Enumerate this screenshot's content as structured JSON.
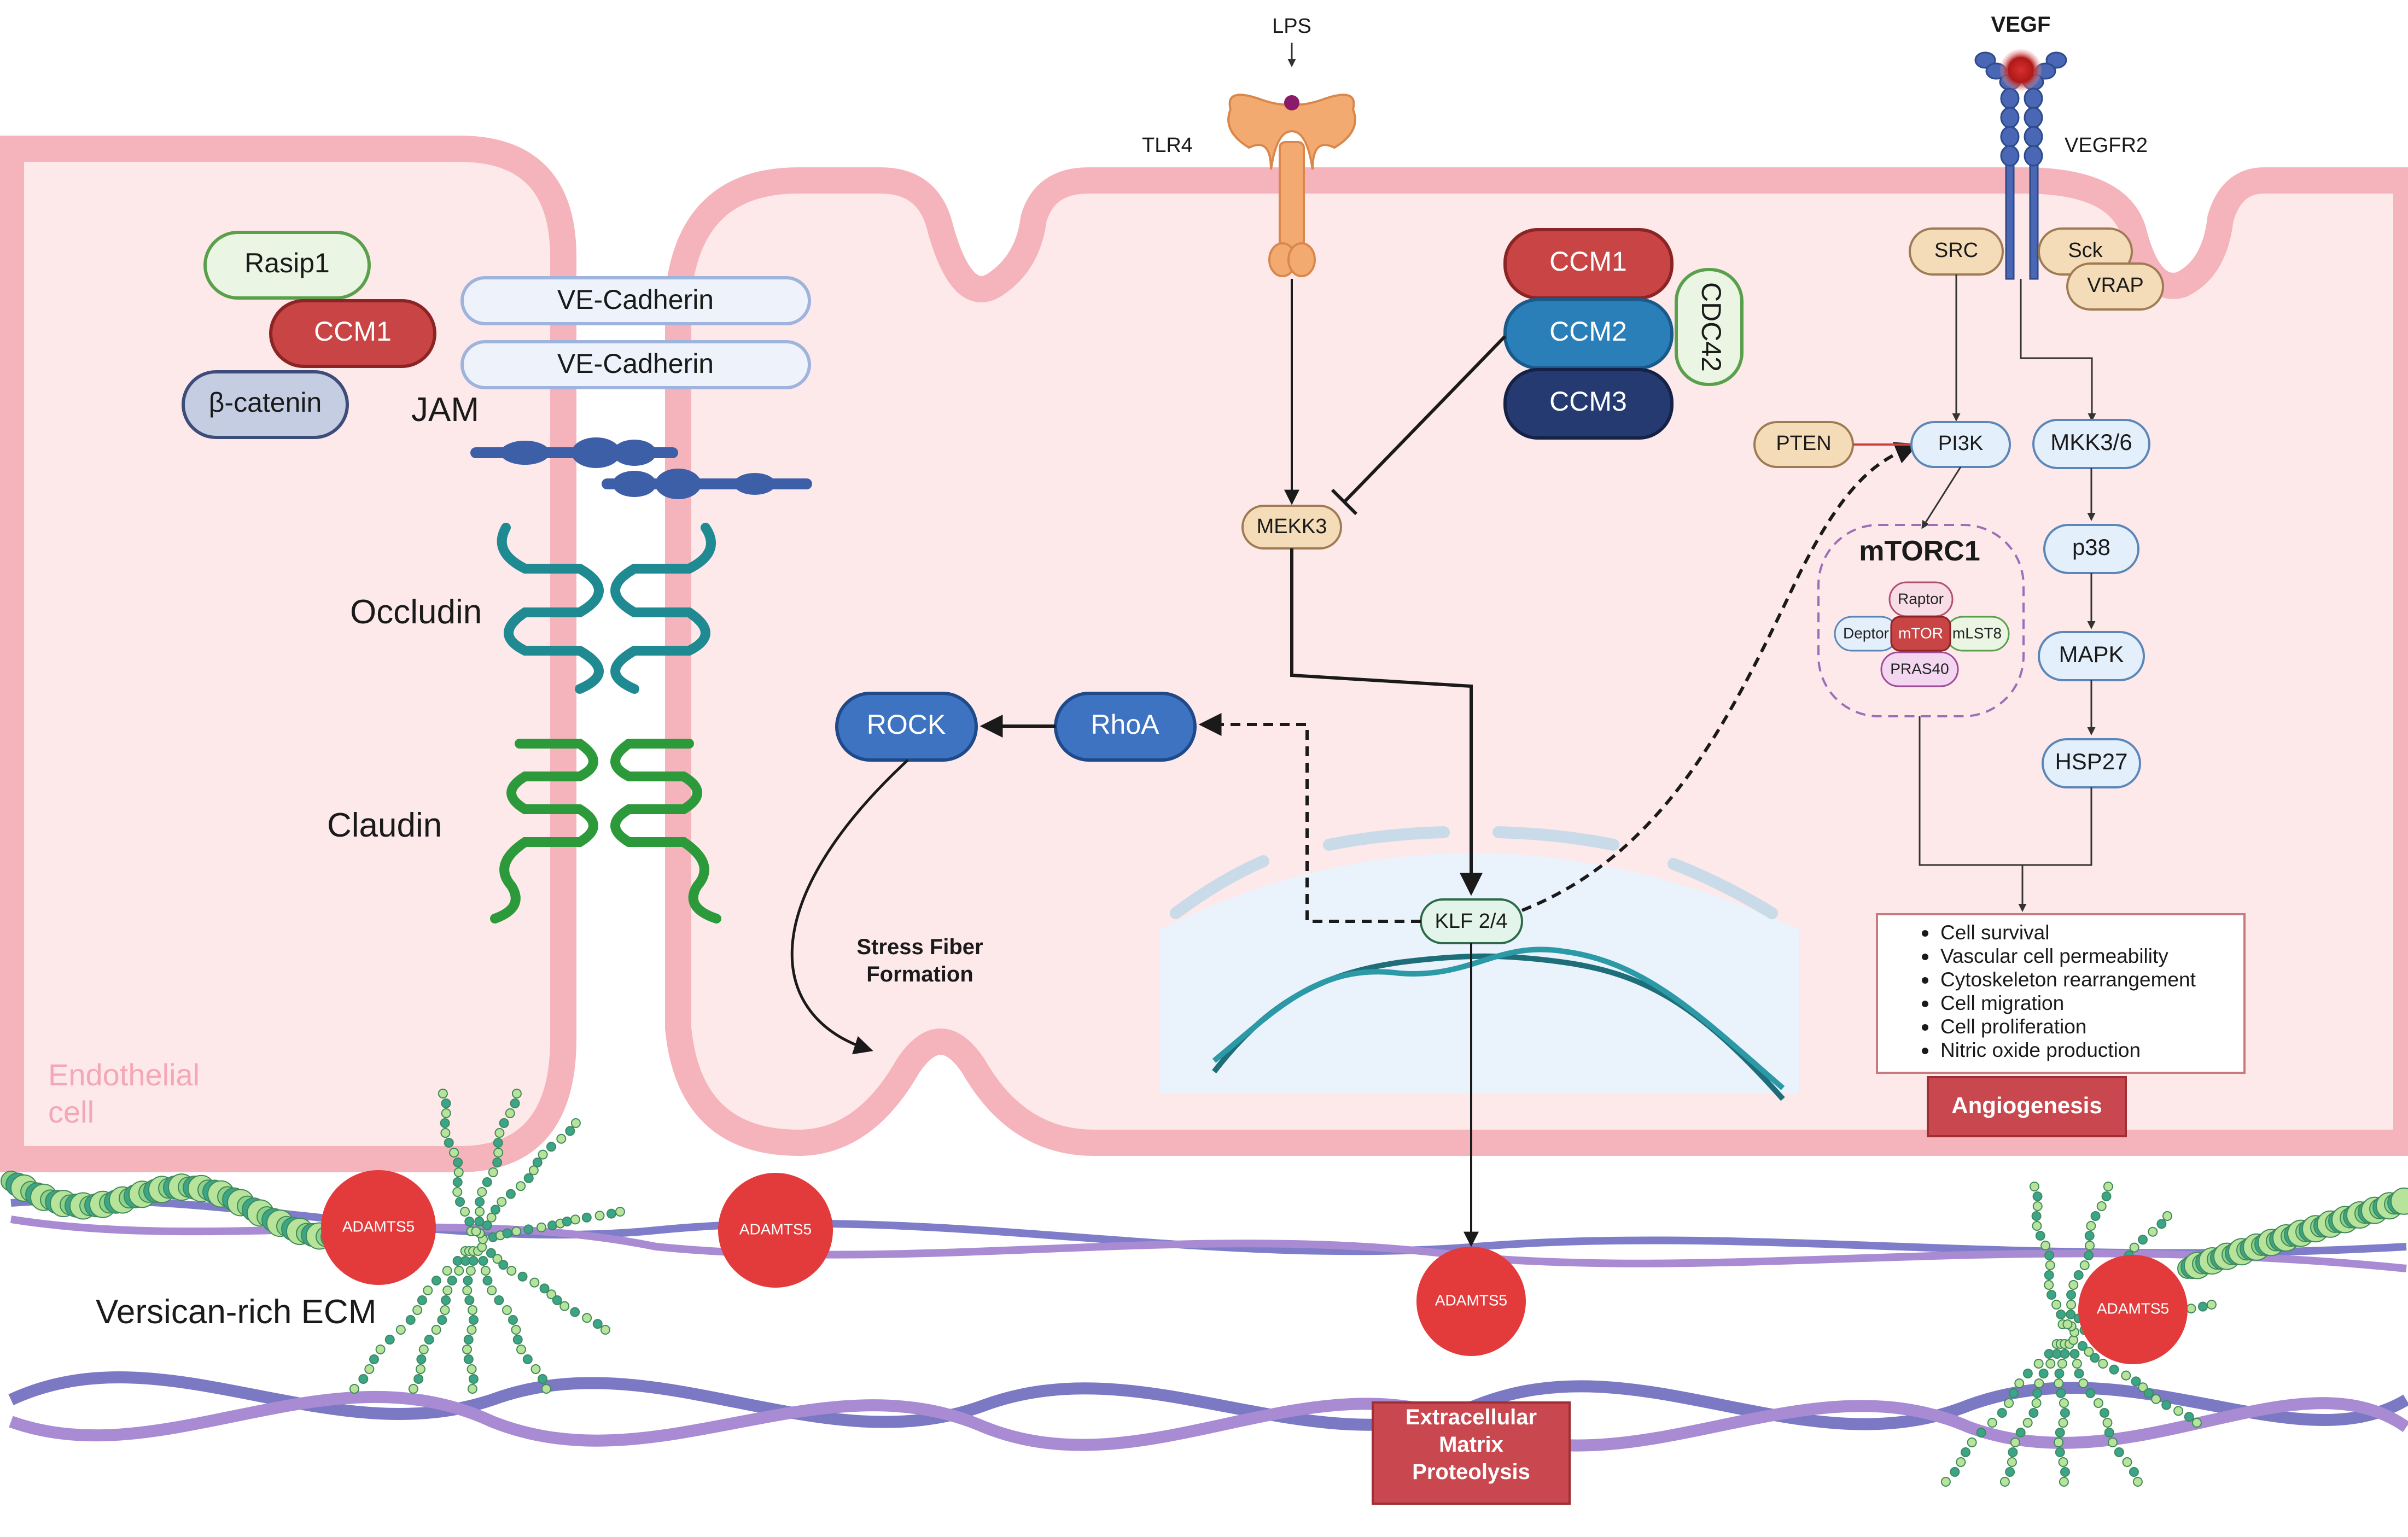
{
  "cell": {
    "label_line1": "Endothelial",
    "label_line2": "cell",
    "fill": "#fde8ea",
    "membrane": "#f5b3bb"
  },
  "junction": {
    "rasip1": "Rasip1",
    "ccm1": "CCM1",
    "beta_catenin": "β-catenin",
    "ve_cadherin_1": "VE-Cadherin",
    "ve_cadherin_2": "VE-Cadherin",
    "jam": "JAM",
    "occludin": "Occludin",
    "claudin": "Claudin"
  },
  "receptors": {
    "lps": "LPS",
    "tlr4": "TLR4",
    "vegf": "VEGF",
    "vegfr2": "VEGFR2"
  },
  "ccm_complex": {
    "ccm1": "CCM1",
    "ccm2": "CCM2",
    "ccm3": "CCM3",
    "cdc42": "CDC42"
  },
  "pathway": {
    "mekk3": "MEKK3",
    "klf": "KLF 2/4",
    "rhoa": "RhoA",
    "rock": "ROCK",
    "stress_fiber_1": "Stress Fiber",
    "stress_fiber_2": "Formation"
  },
  "vegf_pathway": {
    "src": "SRC",
    "sck": "Sck",
    "vrap": "VRAP",
    "pten": "PTEN",
    "pi3k": "PI3K",
    "mkk": "MKK3/6",
    "p38": "p38",
    "mapk": "MAPK",
    "hsp27": "HSP27",
    "mtorc1": "mTORC1",
    "raptor": "Raptor",
    "deptor": "Deptor",
    "mtor": "mTOR",
    "mlst8": "mLST8",
    "pras40": "PRAS40"
  },
  "outcomes": {
    "items": [
      "Cell survival",
      "Vascular cell permeability",
      "Cytoskeleton rearrangement",
      "Cell migration",
      "Cell proliferation",
      "Nitric oxide production"
    ],
    "angiogenesis": "Angiogenesis"
  },
  "ecm": {
    "label": "Versican-rich ECM",
    "adamts5_1": "ADAMTS5",
    "adamts5_2": "ADAMTS5",
    "adamts5_3": "ADAMTS5",
    "adamts5_4": "ADAMTS5",
    "proteolysis_1": "Extracellular",
    "proteolysis_2": "Matrix",
    "proteolysis_3": "Proteolysis"
  },
  "colors": {
    "ccm_red": "#c94444",
    "ccm_blue": "#2b7fb8",
    "ccm_navy": "#243a70",
    "rho_blue": "#3e73c2",
    "tan": "#f5dcb8",
    "light_blue": "#e3f0fb",
    "adamts_red": "#e33b3b",
    "box_red": "#c9474e"
  }
}
